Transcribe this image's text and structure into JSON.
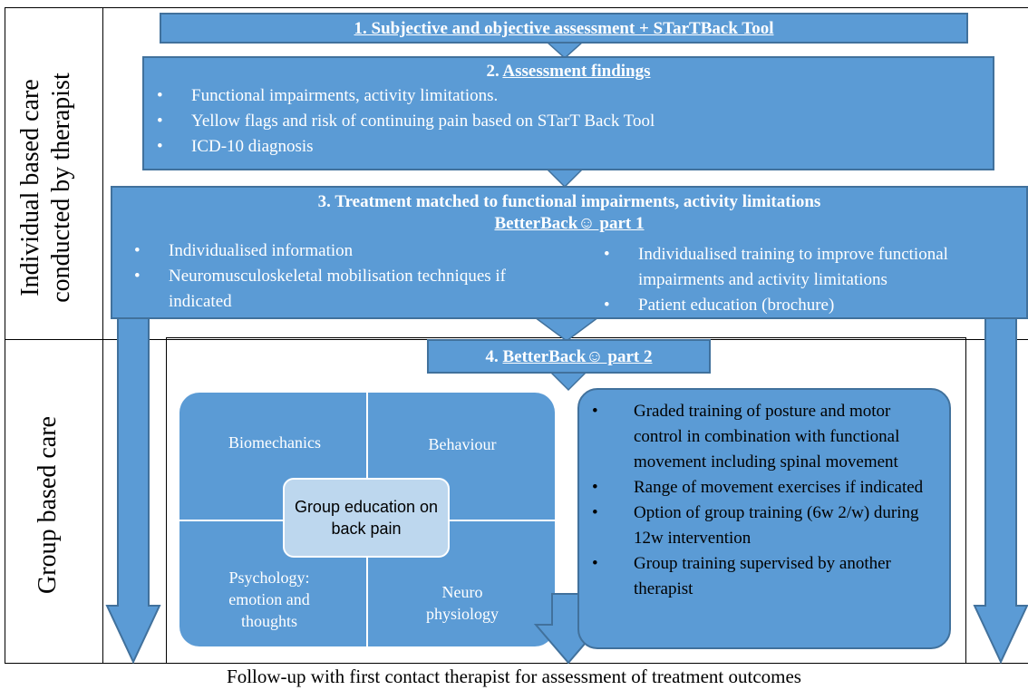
{
  "side_labels": {
    "individual": [
      "Individual based care",
      "conducted by therapist"
    ],
    "group": "Group based care"
  },
  "step1": {
    "title": "1. Subjective and objective assessment + STarTBack Tool"
  },
  "step2": {
    "prefix": "2. ",
    "title": "Assessment findings",
    "items": [
      "Functional impairments, activity limitations.",
      "Yellow flags and risk of continuing pain based on STarT Back Tool",
      "ICD-10 diagnosis"
    ]
  },
  "step3": {
    "title": "3. Treatment matched to functional impairments, activity limitations",
    "subtitle": "BetterBack☺ part 1",
    "left_items": [
      "Individualised information",
      "Neuromusculoskeletal mobilisation techniques if indicated"
    ],
    "right_items": [
      "Individualised training to improve functional impairments and activity limitations",
      "Patient education (brochure)"
    ]
  },
  "step4": {
    "prefix": "4. ",
    "title": "BetterBack☺ part 2"
  },
  "group_education": {
    "center": "Group education on back pain",
    "quadrants": [
      "Biomechanics",
      "Behaviour",
      "Psychology: emotion and thoughts",
      "Neuro physiology"
    ]
  },
  "training_items": [
    "Graded training of posture and motor control in combination with functional movement including spinal movement",
    "Range of movement exercises if indicated",
    "Option of group training (6w 2/w) during 12w intervention",
    "Group training supervised by another therapist"
  ],
  "footer": "Follow-up with first contact therapist for assessment of treatment outcomes",
  "colors": {
    "box_fill": "#5b9bd5",
    "box_border": "#41719c",
    "center_fill": "#bdd7ee"
  }
}
